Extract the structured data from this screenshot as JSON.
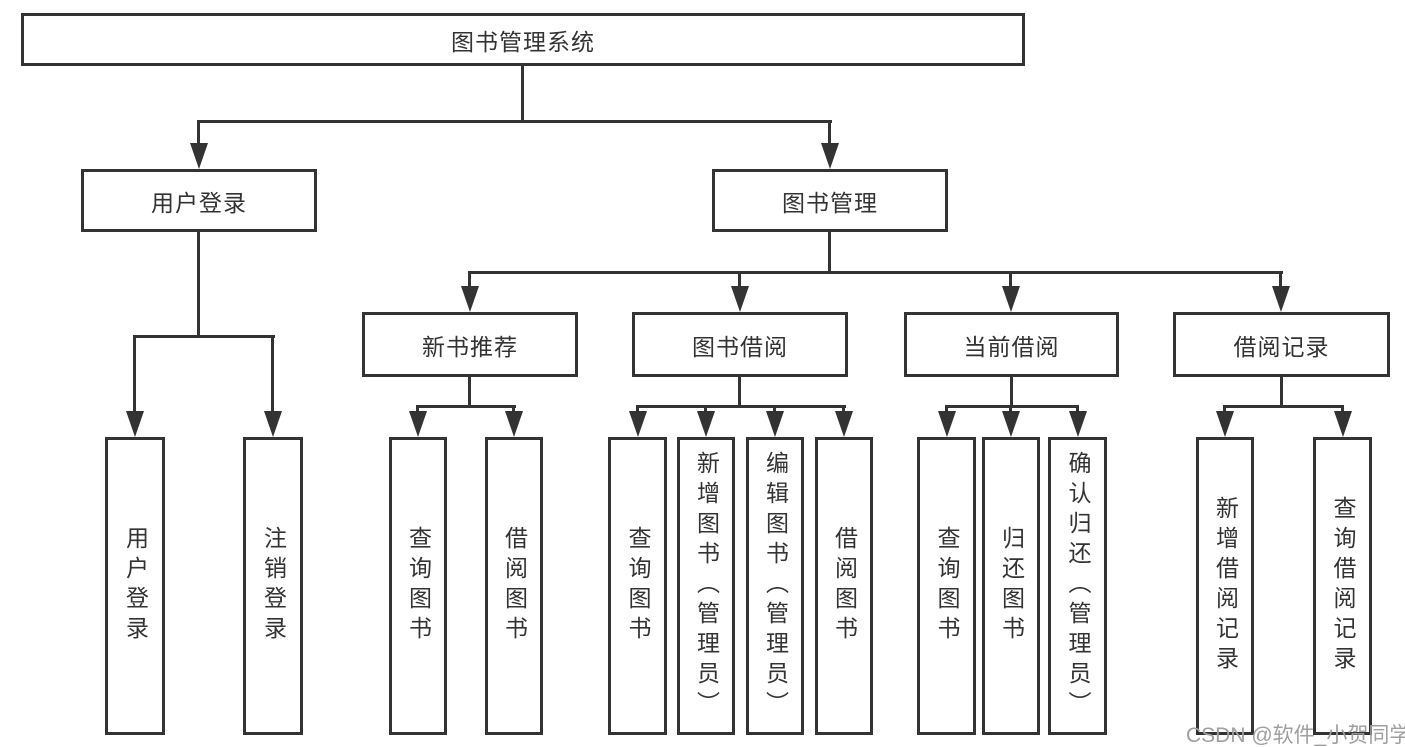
{
  "root": {
    "label": "图书管理系统"
  },
  "level2": [
    {
      "label": "用户登录"
    },
    {
      "label": "图书管理"
    }
  ],
  "level3": [
    {
      "label": "新书推荐"
    },
    {
      "label": "图书借阅"
    },
    {
      "label": "当前借阅"
    },
    {
      "label": "借阅记录"
    }
  ],
  "leaves": [
    {
      "label": "用户登录"
    },
    {
      "label": "注销登录"
    },
    {
      "label": "查询图书"
    },
    {
      "label": "借阅图书"
    },
    {
      "label": "查询图书"
    },
    {
      "label": "新增图书（管理员）"
    },
    {
      "label": "编辑图书（管理员）"
    },
    {
      "label": "借阅图书"
    },
    {
      "label": "查询图书"
    },
    {
      "label": "归还图书"
    },
    {
      "label": "确认归还（管理员）"
    },
    {
      "label": "新增借阅记录"
    },
    {
      "label": "查询借阅记录"
    }
  ],
  "structure": {
    "图书管理系统": [
      "用户登录",
      "图书管理"
    ],
    "用户登录": [
      "用户登录",
      "注销登录"
    ],
    "图书管理": [
      "新书推荐",
      "图书借阅",
      "当前借阅",
      "借阅记录"
    ],
    "新书推荐": [
      "查询图书",
      "借阅图书"
    ],
    "图书借阅": [
      "查询图书",
      "新增图书（管理员）",
      "编辑图书（管理员）",
      "借阅图书"
    ],
    "当前借阅": [
      "查询图书",
      "归还图书",
      "确认归还（管理员）"
    ],
    "借阅记录": [
      "新增借阅记录",
      "查询借阅记录"
    ]
  },
  "watermark": {
    "text": "CSDN @软件_小贺同学"
  },
  "colors": {
    "line": "#333333",
    "text": "#333333",
    "watermark": "#9f9f9f",
    "background": "#ffffff"
  }
}
